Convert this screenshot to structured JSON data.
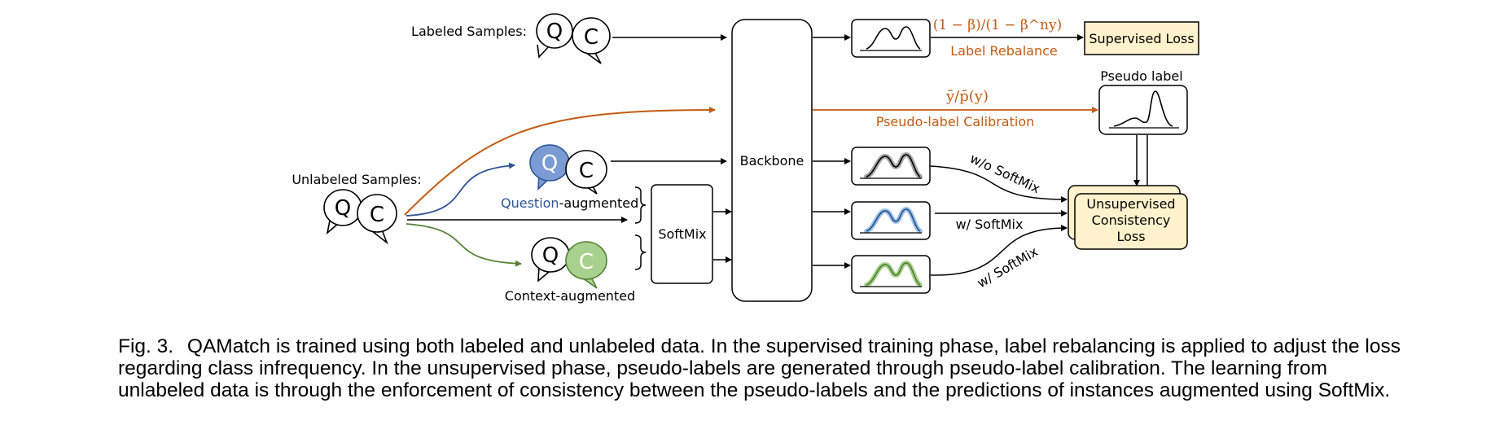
{
  "figure": {
    "labeled_samples": "Labeled Samples:",
    "unlabeled_samples": "Unlabeled Samples:",
    "q": "Q",
    "c": "C",
    "question_word": "Question",
    "question_suffix": "-augmented",
    "context_augmented": "Context-augmented",
    "softmix": "SoftMix",
    "backbone": "Backbone",
    "rebalance_formula": "(1 − β)/(1 − β^ny)",
    "label_rebalance": "Label Rebalance",
    "supervised_loss": "Supervised Loss",
    "calibration_formula": "ȳ/p̄(y)",
    "pseudo_label_calibration": "Pseudo-label Calibration",
    "pseudo_label": "Pseudo label",
    "wo_softmix": "w/o SoftMix",
    "w_softmix_mid": "w/ SoftMix",
    "w_softmix_low": "w/ SoftMix",
    "unsupervised_loss_line1": "Unsupervised",
    "unsupervised_loss_line2": "Consistency",
    "unsupervised_loss_line3": "Loss",
    "colors": {
      "orange": "#c55a11",
      "blue": "#2f5597",
      "green": "#548235",
      "blue_fill": "#7b9bd4",
      "green_fill": "#a9d18e",
      "loss_fill": "#fff2cc"
    }
  },
  "caption": {
    "number": "Fig. 3.",
    "text": "QAMatch is trained using both labeled and unlabeled data. In the supervised training phase, label rebalancing is applied to adjust the loss regarding class infrequency. In the unsupervised phase, pseudo-labels are generated through pseudo-label calibration. The learning from unlabeled data is through the enforcement of consistency between the pseudo-labels and the predictions of instances augmented using SoftMix."
  }
}
